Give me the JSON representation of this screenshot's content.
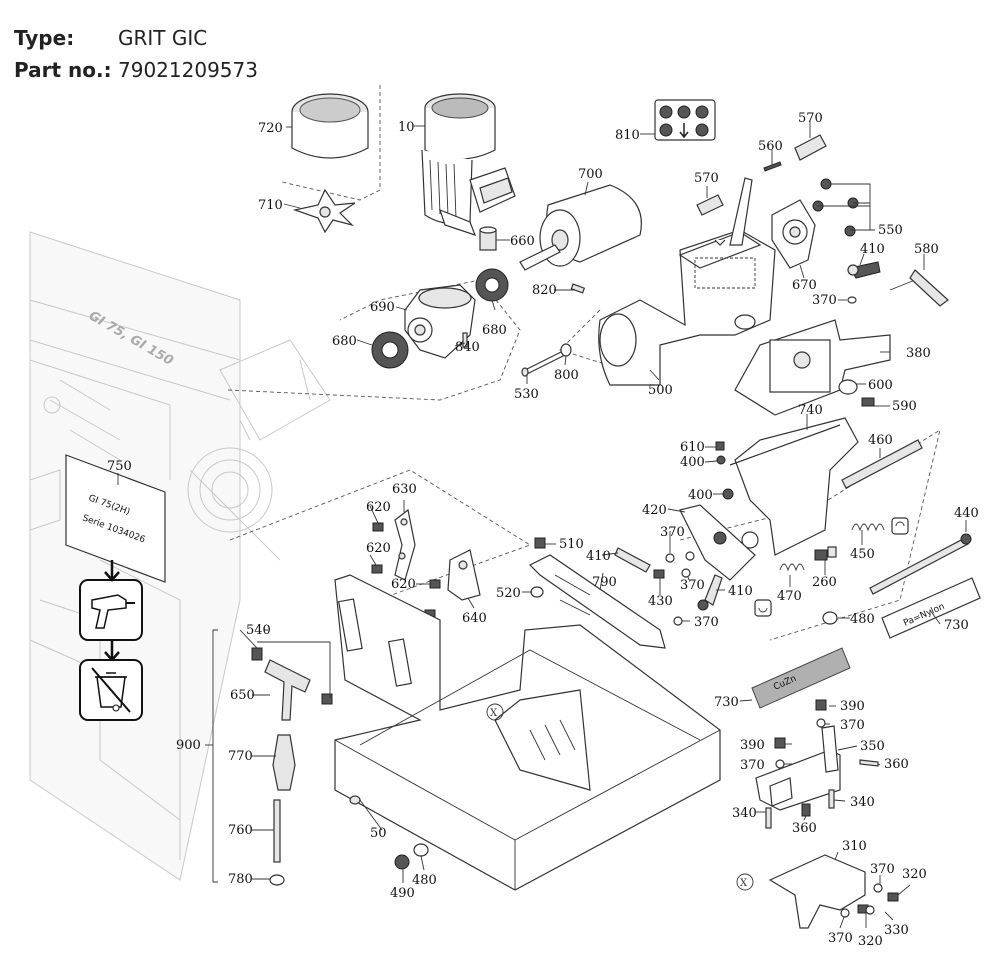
{
  "header": {
    "type_label": "Type:",
    "type_value": "GRIT GIC",
    "part_label": "Part no.:",
    "part_value": "79021209573"
  },
  "machine": {
    "model_text": "GI 75, GI 150",
    "plate_lines": [
      "GI 75(2H)",
      "Serie 1034026"
    ]
  },
  "strip_labels": {
    "nylon": "Pa=Nylon",
    "cuzn": "CuZn"
  },
  "callouts": [
    {
      "id": "c10",
      "text": "10"
    },
    {
      "id": "c50",
      "text": "50"
    },
    {
      "id": "c260",
      "text": "260"
    },
    {
      "id": "c310",
      "text": "310"
    },
    {
      "id": "c320a",
      "text": "320"
    },
    {
      "id": "c320b",
      "text": "320"
    },
    {
      "id": "c330",
      "text": "330"
    },
    {
      "id": "c340a",
      "text": "340"
    },
    {
      "id": "c340b",
      "text": "340"
    },
    {
      "id": "c350",
      "text": "350"
    },
    {
      "id": "c360a",
      "text": "360"
    },
    {
      "id": "c360b",
      "text": "360"
    },
    {
      "id": "c370a",
      "text": "370"
    },
    {
      "id": "c370b",
      "text": "370"
    },
    {
      "id": "c370c",
      "text": "370"
    },
    {
      "id": "c370d",
      "text": "370"
    },
    {
      "id": "c370e",
      "text": "370"
    },
    {
      "id": "c370f",
      "text": "370"
    },
    {
      "id": "c370g",
      "text": "370"
    },
    {
      "id": "c370h",
      "text": "370"
    },
    {
      "id": "c380",
      "text": "380"
    },
    {
      "id": "c390a",
      "text": "390"
    },
    {
      "id": "c390b",
      "text": "390"
    },
    {
      "id": "c400a",
      "text": "400"
    },
    {
      "id": "c400b",
      "text": "400"
    },
    {
      "id": "c410a",
      "text": "410"
    },
    {
      "id": "c410b",
      "text": "410"
    },
    {
      "id": "c410c",
      "text": "410"
    },
    {
      "id": "c420",
      "text": "420"
    },
    {
      "id": "c430",
      "text": "430"
    },
    {
      "id": "c440",
      "text": "440"
    },
    {
      "id": "c450",
      "text": "450"
    },
    {
      "id": "c460",
      "text": "460"
    },
    {
      "id": "c470",
      "text": "470"
    },
    {
      "id": "c480a",
      "text": "480"
    },
    {
      "id": "c480b",
      "text": "480"
    },
    {
      "id": "c490",
      "text": "490"
    },
    {
      "id": "c500",
      "text": "500"
    },
    {
      "id": "c510",
      "text": "510"
    },
    {
      "id": "c520",
      "text": "520"
    },
    {
      "id": "c530",
      "text": "530"
    },
    {
      "id": "c540",
      "text": "540"
    },
    {
      "id": "c550",
      "text": "550"
    },
    {
      "id": "c560",
      "text": "560"
    },
    {
      "id": "c570a",
      "text": "570"
    },
    {
      "id": "c570b",
      "text": "570"
    },
    {
      "id": "c580",
      "text": "580"
    },
    {
      "id": "c590",
      "text": "590"
    },
    {
      "id": "c600",
      "text": "600"
    },
    {
      "id": "c610",
      "text": "610"
    },
    {
      "id": "c620a",
      "text": "620"
    },
    {
      "id": "c620b",
      "text": "620"
    },
    {
      "id": "c620c",
      "text": "620"
    },
    {
      "id": "c630",
      "text": "630"
    },
    {
      "id": "c640",
      "text": "640"
    },
    {
      "id": "c650",
      "text": "650"
    },
    {
      "id": "c660",
      "text": "660"
    },
    {
      "id": "c670",
      "text": "670"
    },
    {
      "id": "c680a",
      "text": "680"
    },
    {
      "id": "c680b",
      "text": "680"
    },
    {
      "id": "c690",
      "text": "690"
    },
    {
      "id": "c700",
      "text": "700"
    },
    {
      "id": "c710",
      "text": "710"
    },
    {
      "id": "c720",
      "text": "720"
    },
    {
      "id": "c730a",
      "text": "730"
    },
    {
      "id": "c730b",
      "text": "730"
    },
    {
      "id": "c740",
      "text": "740"
    },
    {
      "id": "c750",
      "text": "750"
    },
    {
      "id": "c760",
      "text": "760"
    },
    {
      "id": "c770",
      "text": "770"
    },
    {
      "id": "c780",
      "text": "780"
    },
    {
      "id": "c790",
      "text": "790"
    },
    {
      "id": "c800",
      "text": "800"
    },
    {
      "id": "c810",
      "text": "810"
    },
    {
      "id": "c820",
      "text": "820"
    },
    {
      "id": "c840",
      "text": "840"
    },
    {
      "id": "c900",
      "text": "900"
    }
  ],
  "markers": {
    "x_symbol": "X"
  }
}
